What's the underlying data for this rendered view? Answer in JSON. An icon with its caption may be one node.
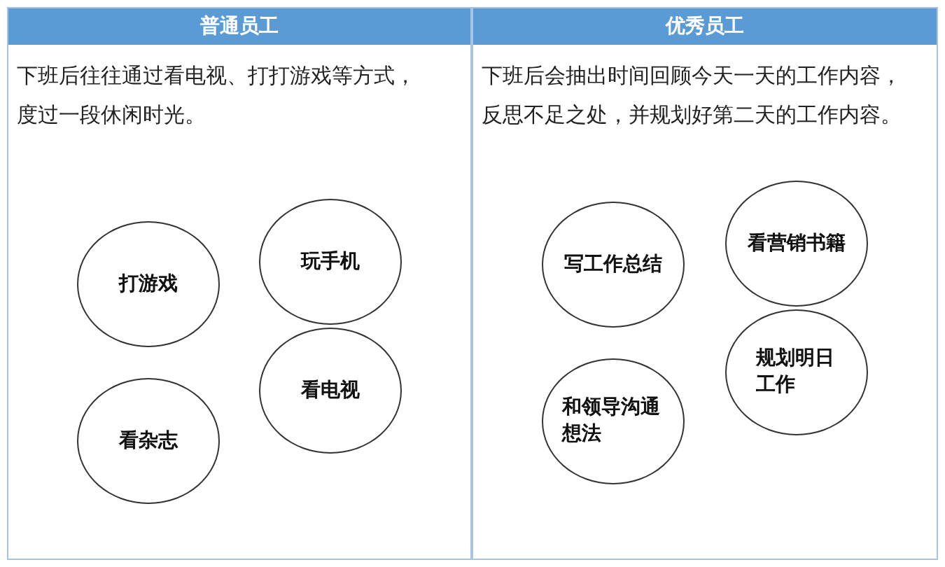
{
  "diagram": {
    "nodes": [
      {
        "text": [
          "普通员工",
          "下班后往往通过看电视、打打游戏等方式，度过一段休闲时光。"
        ]
      },
      {
        "text": [
          "打游戏"
        ],
        "in": 0
      },
      {
        "text": [
          "玩手机"
        ],
        "in": 0
      },
      {
        "text": [
          "看电视"
        ],
        "in": 0
      },
      {
        "text": [
          "看杂志"
        ],
        "in": 0
      },
      {
        "text": [
          "优秀员工",
          "下班后会抽出时间回顾今天一天的工作内容，反思不足之处，并规划好第二天的工作内容。"
        ]
      },
      {
        "text": [
          "写工作总结"
        ],
        "in": 5
      },
      {
        "text": [
          "看营销书籍"
        ],
        "in": 5
      },
      {
        "text": [
          "规划明日工作"
        ],
        "in": 5
      },
      {
        "text": [
          "和领导沟通想法"
        ],
        "in": 5
      }
    ]
  }
}
